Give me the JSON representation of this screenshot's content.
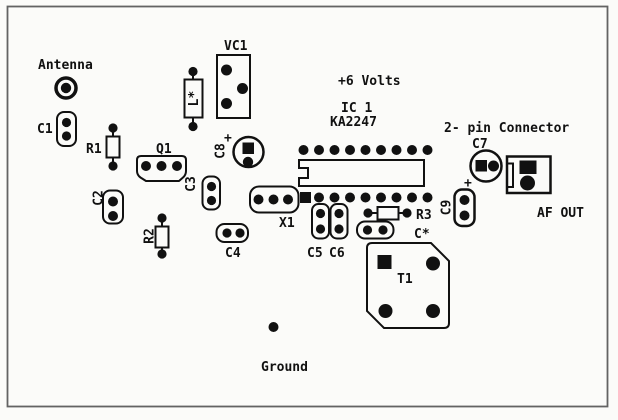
{
  "labels": {
    "antenna": "Antenna",
    "c1": "C1",
    "r1": "R1",
    "q1": "Q1",
    "c2": "C2",
    "r2": "R2",
    "c3": "C3",
    "c4": "C4",
    "c8": "C8",
    "c8_plus": "+",
    "l_coil": "L*",
    "vc1": "VC1",
    "supply": "+6 Volts",
    "ic_name": "IC 1",
    "ic_part": "KA2247",
    "x1": "X1",
    "c5": "C5",
    "c6": "C6",
    "r3": "R3",
    "c_star": "C*",
    "t1": "T1",
    "c7": "C7",
    "c7_plus": "+",
    "connector": "2- pin Connector",
    "af_out": "AF OUT",
    "c9": "C9",
    "ground": "Ground"
  },
  "colors": {
    "ink": "#111111",
    "border": "#636363",
    "paper": "#fbfbf9"
  }
}
